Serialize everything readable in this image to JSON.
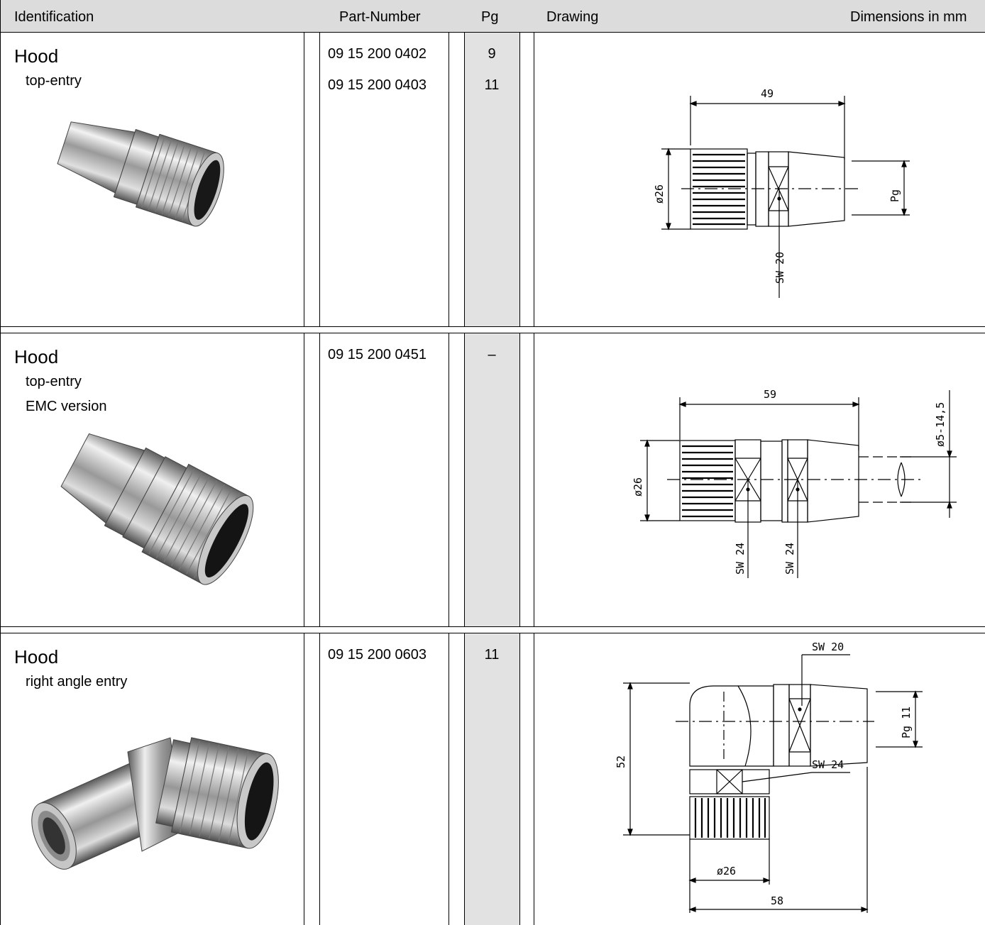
{
  "header": {
    "identification": "Identification",
    "part_number": "Part-Number",
    "pg": "Pg",
    "drawing": "Drawing",
    "dimensions": "Dimensions in mm"
  },
  "rows": [
    {
      "title": "Hood",
      "subtitles": [
        "top-entry"
      ],
      "parts": [
        {
          "number": "09 15 200 0402",
          "pg": "9"
        },
        {
          "number": "09 15 200 0403",
          "pg": "11"
        }
      ],
      "drawing_labels": {
        "length": "49",
        "diameter": "ø26",
        "pg": "Pg",
        "sw": "SW 20"
      }
    },
    {
      "title": "Hood",
      "subtitles": [
        "top-entry",
        "EMC version"
      ],
      "parts": [
        {
          "number": "09 15 200 0451",
          "pg": "–"
        }
      ],
      "drawing_labels": {
        "length": "59",
        "diameter": "ø26",
        "cable": "ø5-14,5",
        "sw1": "SW 24",
        "sw2": "SW 24"
      }
    },
    {
      "title": "Hood",
      "subtitles": [
        "right angle entry"
      ],
      "parts": [
        {
          "number": "09 15 200 0603",
          "pg": "11"
        }
      ],
      "drawing_labels": {
        "sw_top": "SW 20",
        "pg": "Pg 11",
        "sw_mid": "SW 24",
        "height": "52",
        "diameter": "ø26",
        "width": "58"
      }
    }
  ]
}
